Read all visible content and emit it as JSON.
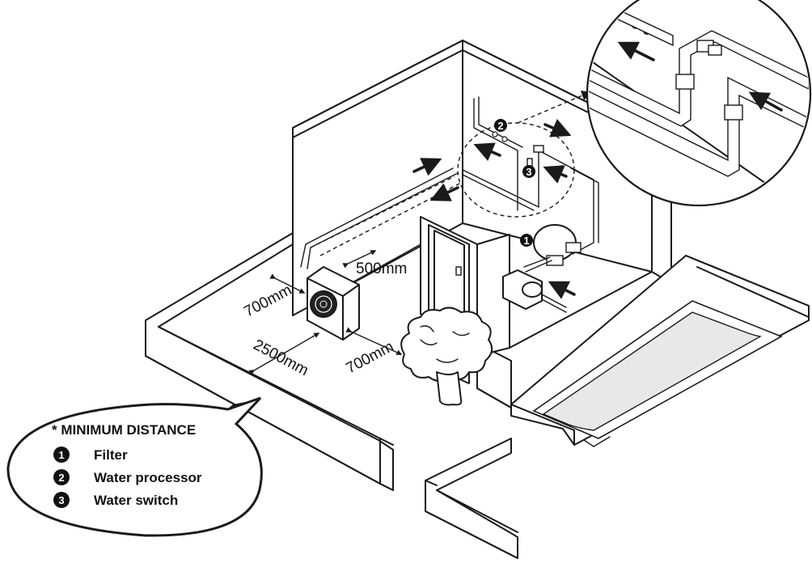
{
  "dimensions": {
    "d700_left": "700mm",
    "d500": "500mm",
    "d2500": "2500mm",
    "d700_right": "700mm"
  },
  "legend": {
    "title": "* MINIMUM DISTANCE",
    "items": [
      {
        "marker": "1",
        "label": "Filter"
      },
      {
        "marker": "2",
        "label": "Water processor"
      },
      {
        "marker": "3",
        "label": "Water switch"
      }
    ]
  },
  "callouts": {
    "filter_marker": "1",
    "processor_marker": "2",
    "switch_marker": "3"
  },
  "colors": {
    "line": "#1a1a1a",
    "water": "#e8e8e8",
    "background": "#ffffff"
  }
}
